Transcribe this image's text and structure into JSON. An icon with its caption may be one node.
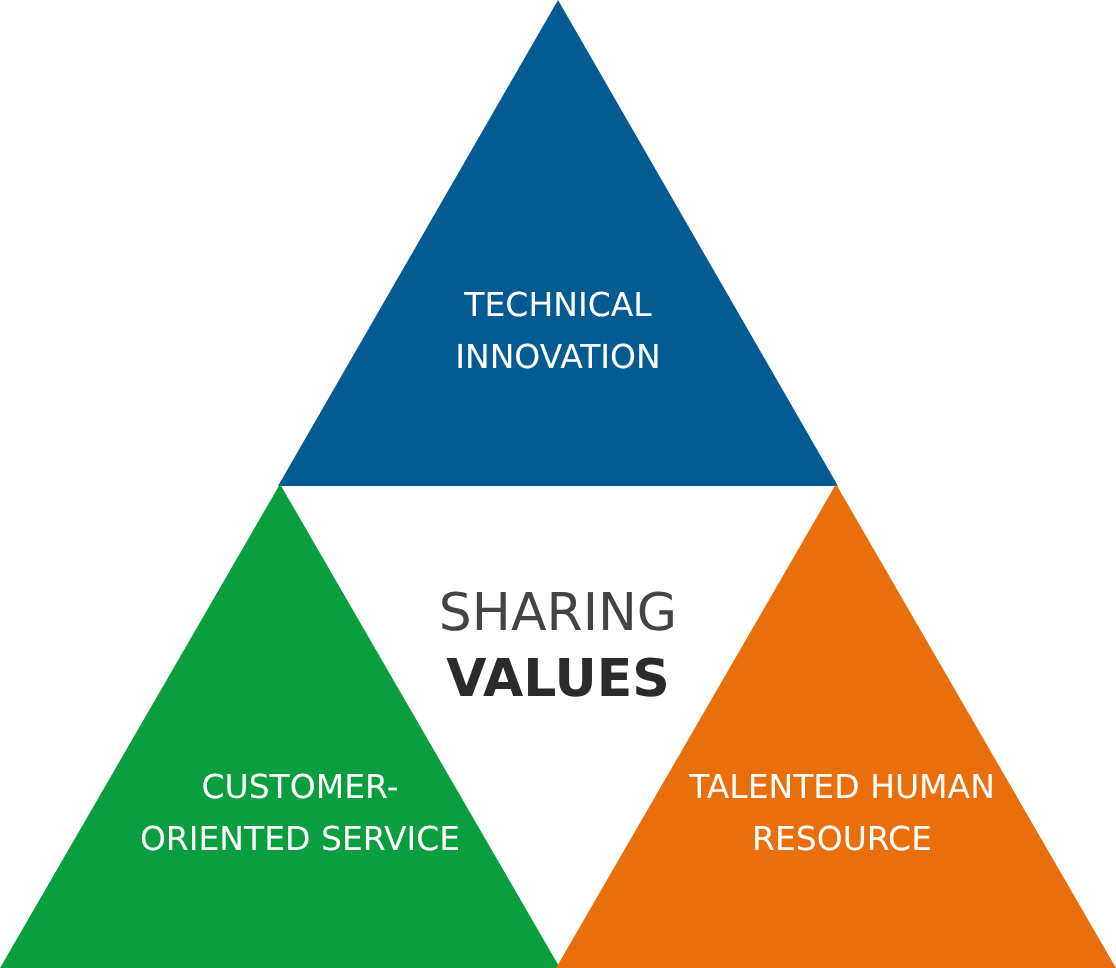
{
  "diagram": {
    "nodes": [
      {
        "text": [
          "TECHNICAL INNOVATION"
        ]
      },
      {
        "text": [
          "CUSTOMER- ORIENTED SERVICE"
        ]
      },
      {
        "text": [
          "TALENTED HUMAN RESOURCE"
        ]
      }
    ],
    "labels": [
      "SHARING **VALUES**"
    ]
  }
}
